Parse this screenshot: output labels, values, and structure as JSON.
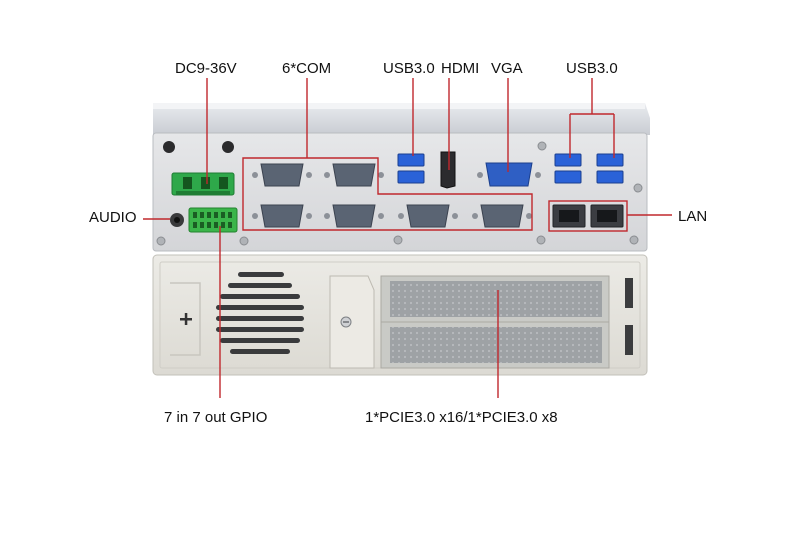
{
  "callouts": {
    "dc": "DC9-36V",
    "com": "6*COM",
    "usb_a": "USB3.0",
    "hdmi": "HDMI",
    "vga": "VGA",
    "usb_b": "USB3.0",
    "audio": "AUDIO",
    "lan": "LAN",
    "gpio": "7 in 7 out GPIO",
    "pcie": "1*PCIE3.0 x16/1*PCIE3.0 x8"
  },
  "colors": {
    "callout_line": "#c0282d",
    "chassis": "#e3e4e6",
    "expansion_panel": "#e4e2dc",
    "power_terminal": "#2ea84a",
    "gpio_header": "#3bb54a",
    "usb_port": "#2a62d8",
    "vga_port": "#2f5fc4"
  }
}
